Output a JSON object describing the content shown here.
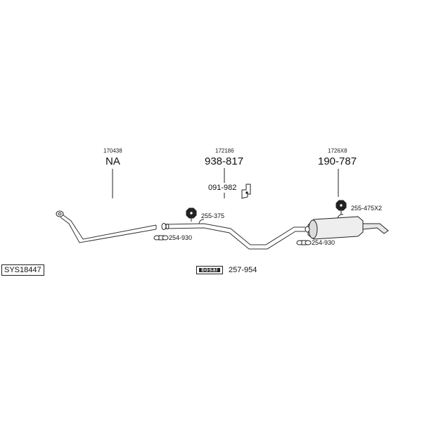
{
  "header_codes": {
    "front": "170438",
    "middle": "172186",
    "rear": "1726X8"
  },
  "part_numbers": {
    "front": "NA",
    "middle": "938-817",
    "rear": "190-787"
  },
  "callouts": {
    "bracket": "091-982",
    "nut_front": "255-375",
    "nut_rear": "255-475X2",
    "clamp_front": "254-930",
    "clamp_rear": "254-930",
    "kit": "257-954"
  },
  "system_id": "SYS18447",
  "brand_logo": "bosal"
}
